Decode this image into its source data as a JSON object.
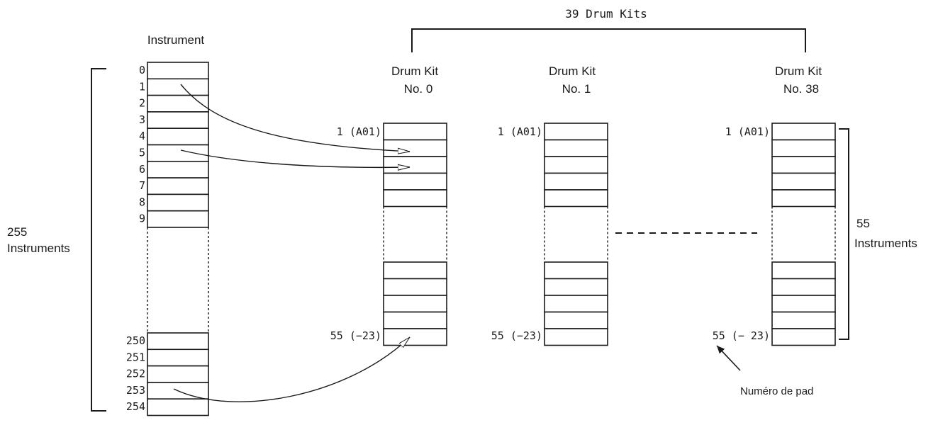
{
  "header": {
    "kits_count_label": "39 Drum Kits"
  },
  "instrument_column": {
    "title": "Instrument",
    "count_label_line1": "255",
    "count_label_line2": "Instruments",
    "top_rows": [
      "0",
      "1",
      "2",
      "3",
      "4",
      "5",
      "6",
      "7",
      "8",
      "9"
    ],
    "bottom_rows": [
      "250",
      "251",
      "252",
      "253",
      "254"
    ]
  },
  "drum_kits": [
    {
      "title_line1": "Drum Kit",
      "title_line2": "No. 0",
      "first_pad": "1 (A01)",
      "last_pad": "55 (−23)"
    },
    {
      "title_line1": "Drum Kit",
      "title_line2": "No. 1",
      "first_pad": "1 (A01)",
      "last_pad": "55 (−23)"
    },
    {
      "title_line1": "Drum Kit",
      "title_line2": "No. 38",
      "first_pad": "1 (A01)",
      "last_pad": "55 (− 23)"
    }
  ],
  "kit_side": {
    "count_label_line1": "55",
    "count_label_line2": "Instruments"
  },
  "annotation": {
    "pad_number_label": "Numéro de pad"
  }
}
